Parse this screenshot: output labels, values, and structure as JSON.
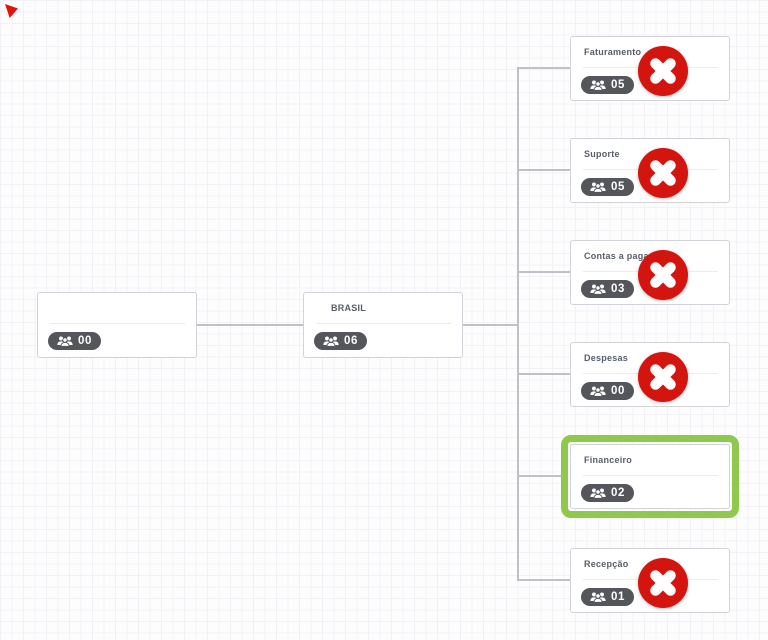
{
  "diagram": {
    "type": "org-chart",
    "nodes": [
      {
        "title": "",
        "count": "00",
        "selected": false,
        "deletable": false
      },
      {
        "title": "BRASIL",
        "count": "06",
        "selected": false,
        "deletable": false
      },
      {
        "title": "Faturamento",
        "count": "05",
        "selected": false,
        "deletable": true
      },
      {
        "title": "Suporte",
        "count": "05",
        "selected": false,
        "deletable": true
      },
      {
        "title": "Contas a pagar",
        "count": "03",
        "selected": false,
        "deletable": true
      },
      {
        "title": "Despesas",
        "count": "00",
        "selected": false,
        "deletable": true
      },
      {
        "title": "Financeiro",
        "count": "02",
        "selected": true,
        "deletable": false
      },
      {
        "title": "Recepção",
        "count": "01",
        "selected": false,
        "deletable": true
      }
    ]
  },
  "icons": {
    "users_group": "users-group-icon",
    "delete": "delete-x-icon",
    "pointer": "pointer-marker"
  },
  "colors": {
    "delete_red": "#d3140f",
    "selected_green": "#90c74d",
    "badge_gray": "#54565c",
    "connector_gray": "#c0c1c6",
    "grid_line": "#f2f2f6",
    "pointer_red": "#e4130a"
  }
}
